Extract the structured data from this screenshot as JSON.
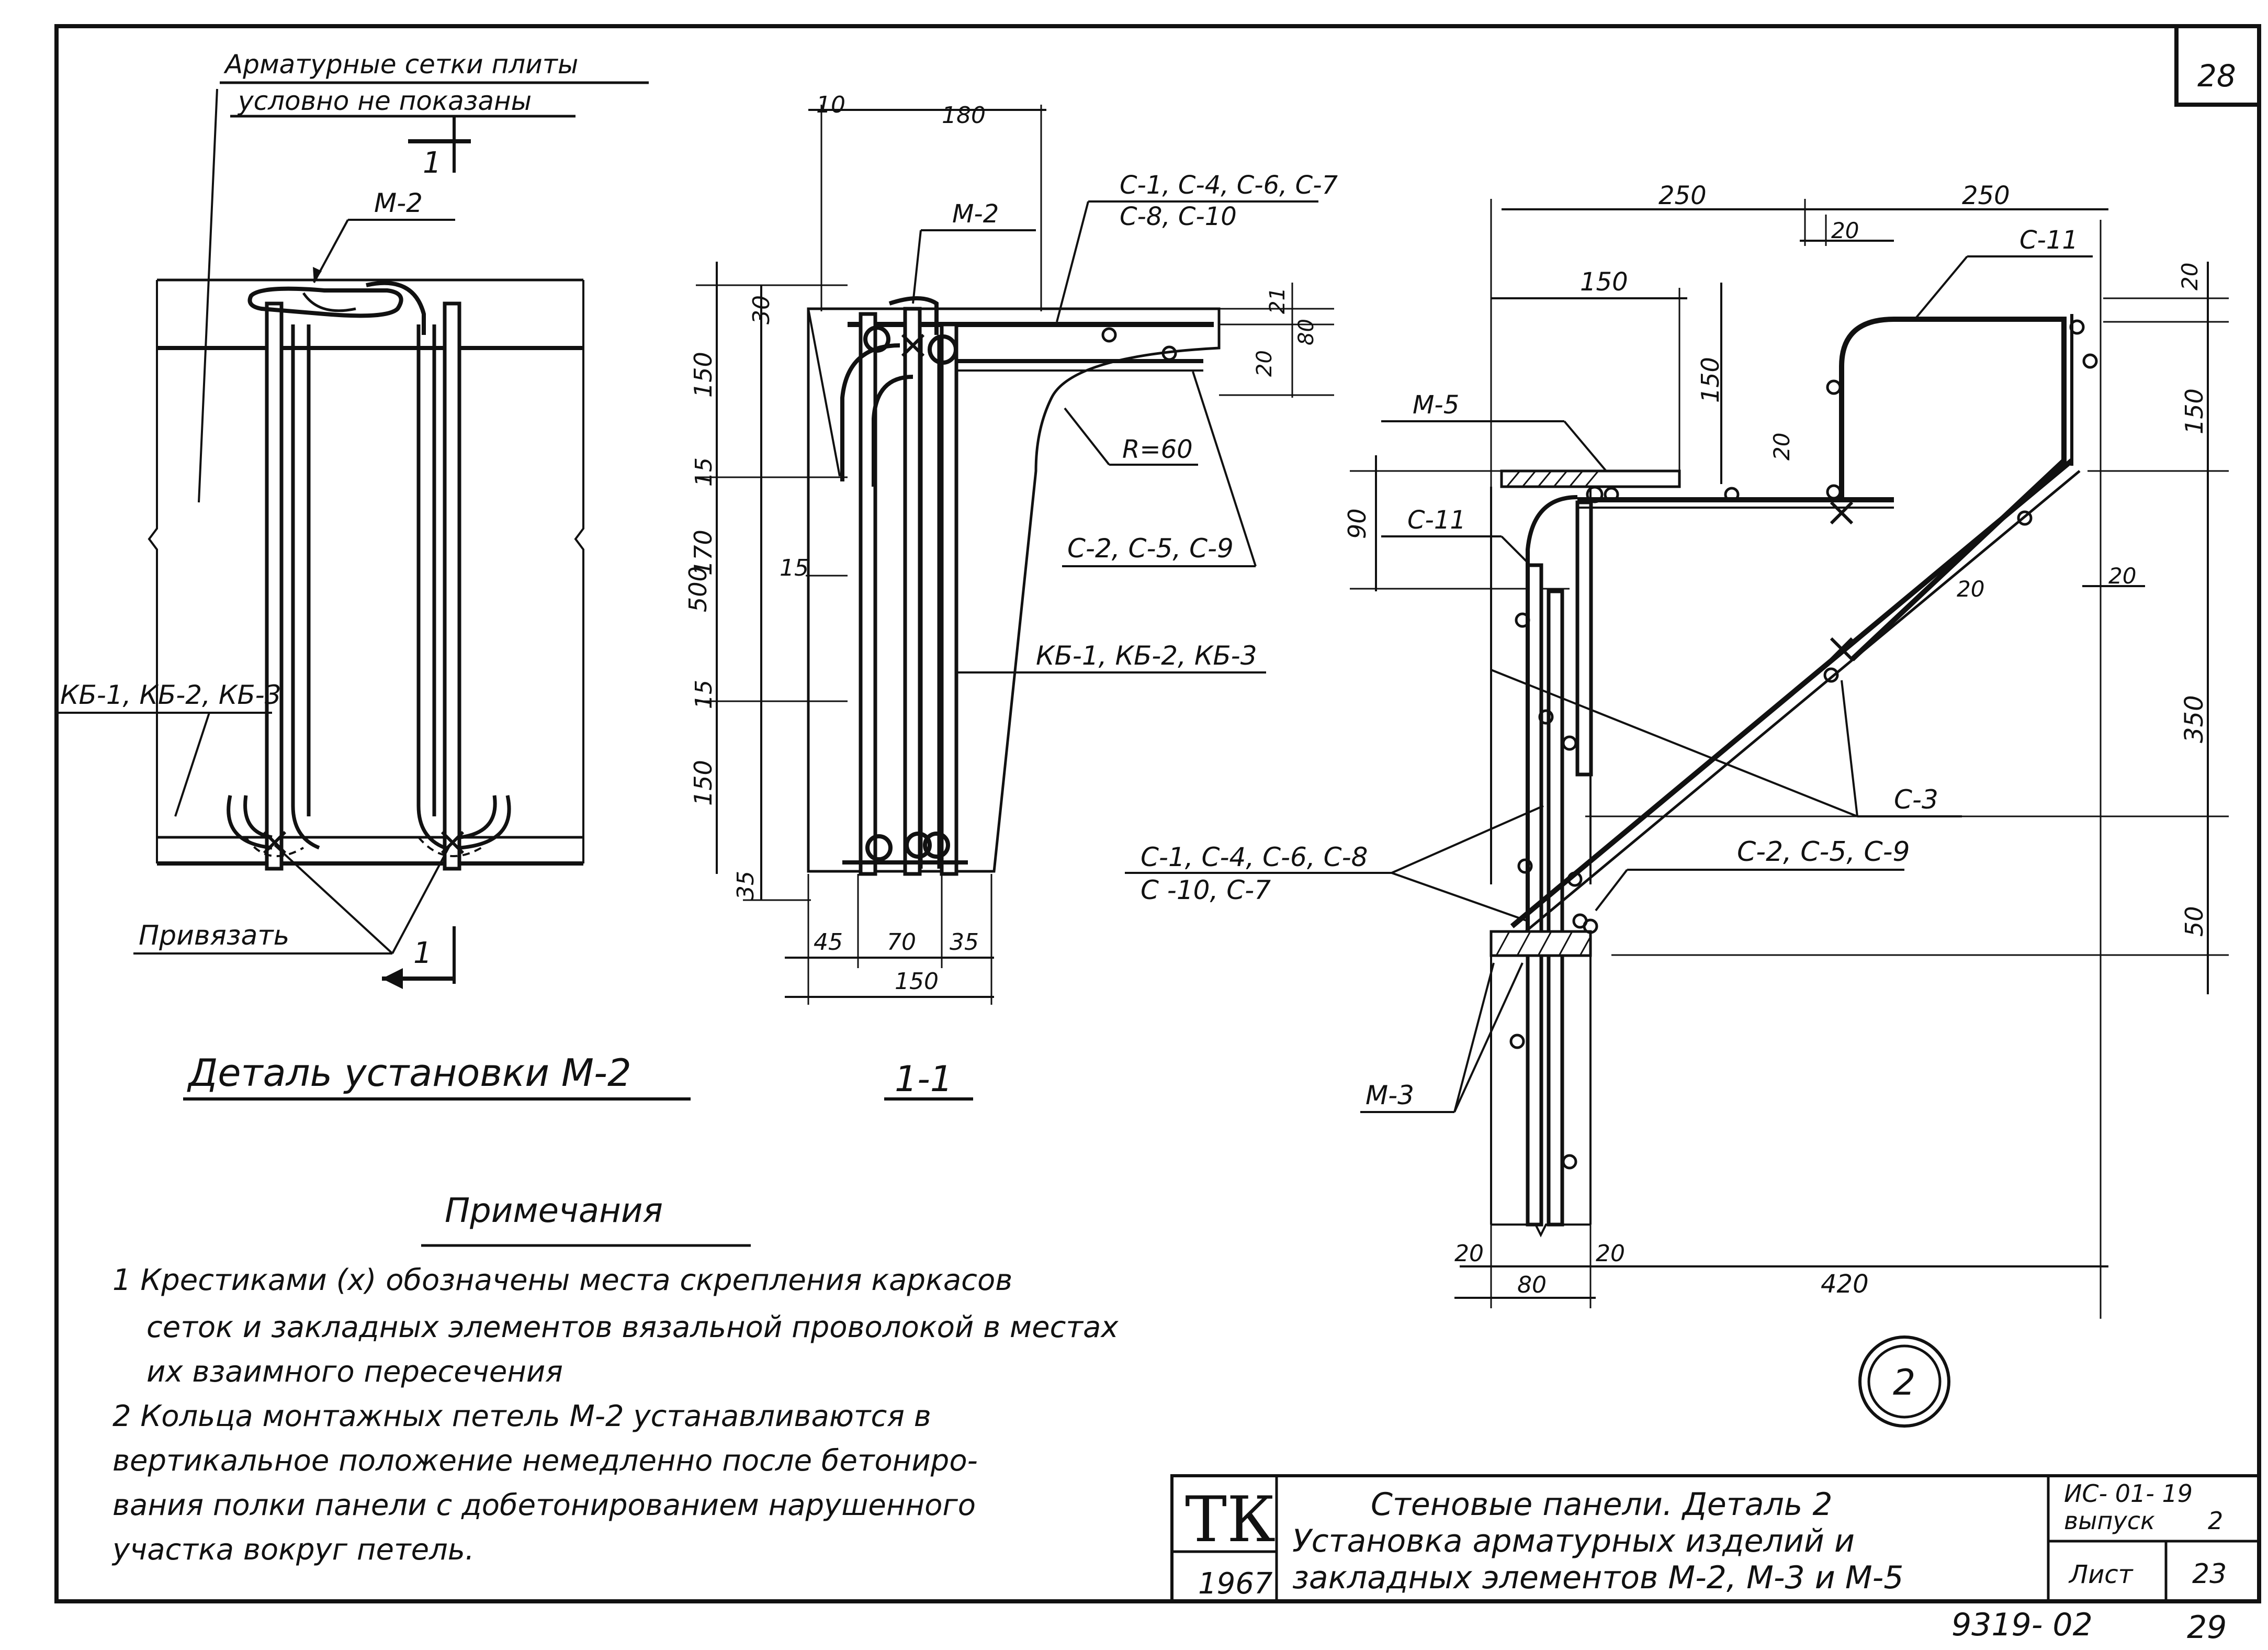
{
  "sheet": {
    "corner_number": "28",
    "bottom_code": "9319- 02",
    "bottom_page": "29"
  },
  "detail_m2": {
    "note_line1": "Арматурные  сетки плиты",
    "note_line2": "условно не  показаны",
    "section_mark_top": "1",
    "section_mark_bottom": "1",
    "label_m2": "М-2",
    "label_kb": "КБ-1, КБ-2, КБ-3",
    "label_tie": "Привязать",
    "title": "Деталь   установки  М-2"
  },
  "section_11": {
    "title": "1-1",
    "dims": {
      "d10": "10",
      "d180": "180",
      "d30": "30",
      "d150a": "150",
      "d15a": "15",
      "d170": "170",
      "d15b": "15",
      "d15c": "15",
      "d150b": "150",
      "d35": "35",
      "d500": "500",
      "d21": "21",
      "d80": "80",
      "d20": "20",
      "d45": "45",
      "d70": "70",
      "d35b": "35",
      "d150c": "150"
    },
    "labels": {
      "m2": "М-2",
      "c_top_1": "С-1, С-4, С-6, С-7",
      "c_top_2": "С-8, С-10",
      "r60": "R=60",
      "c2": "С-2, С-5, С-9",
      "kb": "КБ-1, КБ-2, КБ-3"
    }
  },
  "detail_2": {
    "dims": {
      "d250a": "250",
      "d250b": "250",
      "d20a": "20",
      "d150a": "150",
      "d150b": "150",
      "d20b": "20",
      "d20c": "20",
      "d150c": "150",
      "d90": "90",
      "d20d": "20",
      "d20e": "20",
      "d350": "350",
      "d50": "50",
      "d20f": "20",
      "d20g": "20",
      "d80": "80",
      "d420": "420"
    },
    "labels": {
      "c11_top": "С-11",
      "m5": "М-5",
      "c11_left": "С-11",
      "c3": "С-3",
      "c2": "С-2, С-5, С-9",
      "c_group_1": "С-1, С-4, С-6, С-8",
      "c_group_2": "С -10, С-7",
      "m3": "М-3"
    },
    "circle_mark": "2"
  },
  "notes": {
    "heading": "Примечания",
    "lines": [
      "1 Крестиками   (х)  обозначены места   скрепления   каркасов",
      "сеток и закладных   элементов вязальной   проволокой в местах",
      "их взаимного   пересечения",
      "2 Кольца  монтажных   петель М-2   устанавливаются в",
      "вертикальное    положение немедленно после бетониро-",
      "вания  полки панели с  добетонированием нарушенного",
      "участка  вокруг  петель."
    ]
  },
  "title_block": {
    "logo": "ТК",
    "year": "1967",
    "title_1": "Стеновые      панели.  Деталь 2",
    "title_2": "Установка   арматурных   изделий и",
    "title_3": "закладных   элементов М-2, М-3 и М-5",
    "series": "ИС- 01- 19",
    "issue_label": "выпуск",
    "issue": "2",
    "sheet_label": "Лист",
    "sheet": "23"
  }
}
